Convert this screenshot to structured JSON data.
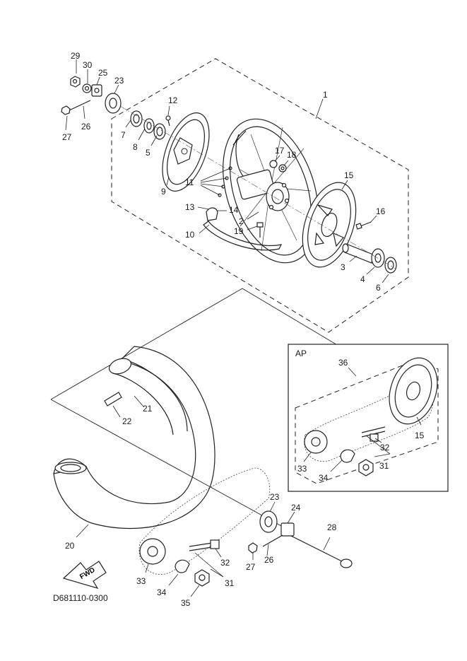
{
  "diagram": {
    "code": "D681110-0300",
    "fwd_label": "FWD",
    "inset_label": "AP",
    "callouts": {
      "c1": "1",
      "c2": "2",
      "c3": "3",
      "c4": "4",
      "c5": "5",
      "c6": "6",
      "c7": "7",
      "c8": "8",
      "c9": "9",
      "c10": "10",
      "c11": "11",
      "c12": "12",
      "c13": "13",
      "c14": "14",
      "c15": "15",
      "c16": "16",
      "c17": "17",
      "c18": "18",
      "c19": "19",
      "c20": "20",
      "c21": "21",
      "c22": "22",
      "c23": "23",
      "c24": "24",
      "c25": "25",
      "c26": "26",
      "c27": "27",
      "c28": "28",
      "c29": "29",
      "c30": "30",
      "c31": "31",
      "c32": "32",
      "c33": "33",
      "c34": "34",
      "c35": "35",
      "c36": "36"
    },
    "inset_callouts": {
      "c15": "15",
      "c31": "31",
      "c32": "32",
      "c33": "33",
      "c34": "34",
      "c36": "36"
    },
    "lower_callouts": {
      "c23": "23",
      "c27": "27",
      "c26": "26"
    }
  }
}
